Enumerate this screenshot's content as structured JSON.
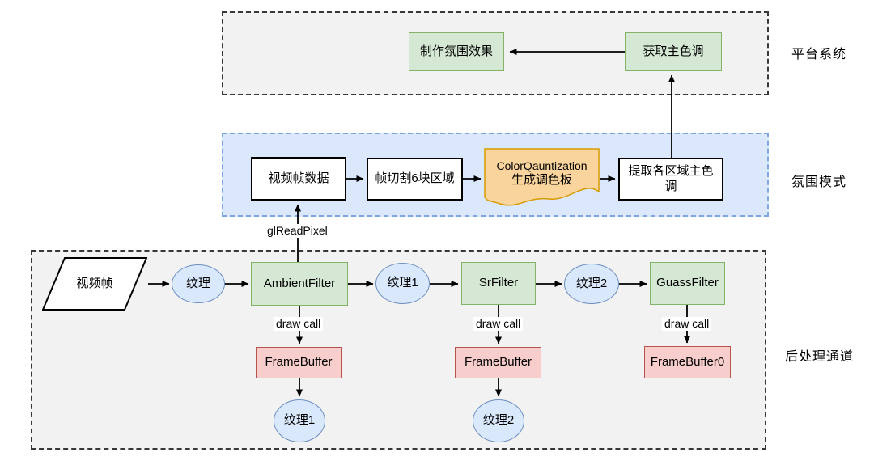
{
  "sections": {
    "platform": {
      "label": "平台系统"
    },
    "ambient": {
      "label": "氛围模式"
    },
    "postprocess": {
      "label": "后处理通道"
    }
  },
  "nodes": {
    "make_ambient_effect": {
      "label": "制作氛围效果"
    },
    "get_main_color": {
      "label": "获取主色调"
    },
    "video_frame_data": {
      "label": "视频帧数据"
    },
    "frame_cut_regions": {
      "label": "帧切割6块区域"
    },
    "color_quantization": {
      "line1": "ColorQauntization",
      "line2": "生成调色板"
    },
    "extract_region_main_color": {
      "label": "提取各区域主色调"
    },
    "video_frame": {
      "label": "视频帧"
    },
    "texture": {
      "label": "纹理"
    },
    "ambient_filter": {
      "label": "AmbientFilter"
    },
    "texture1": {
      "label": "纹理1"
    },
    "sr_filter": {
      "label": "SrFilter"
    },
    "texture2": {
      "label": "纹理2"
    },
    "guass_filter": {
      "label": "GuassFilter"
    },
    "framebuffer_a": {
      "label": "FrameBuffer"
    },
    "framebuffer_b": {
      "label": "FrameBuffer"
    },
    "framebuffer_0": {
      "label": "FrameBuffer0"
    },
    "texture1_output": {
      "label": "纹理1"
    },
    "texture2_output": {
      "label": "纹理2"
    }
  },
  "edge_labels": {
    "gl_read_pixel": "glReadPixel",
    "draw_call_ambient": "draw call",
    "draw_call_sr": "draw call",
    "draw_call_guass": "draw call"
  },
  "colors": {
    "green_fill": "#d5e8d4",
    "green_border": "#82b366",
    "pink_fill": "#f8cecc",
    "pink_border": "#b85450",
    "ellipse_fill": "#dae8fc",
    "ellipse_border": "#6c8ebf",
    "doc_fill": "#f9d49c",
    "doc_border": "#d79b00",
    "ambient_section_fill": "#dbe8fc",
    "ambient_section_border": "#7ea6e0",
    "gray_section_fill": "#f2f2f2",
    "gray_section_border": "#383838",
    "arrow_color": "#000000"
  }
}
